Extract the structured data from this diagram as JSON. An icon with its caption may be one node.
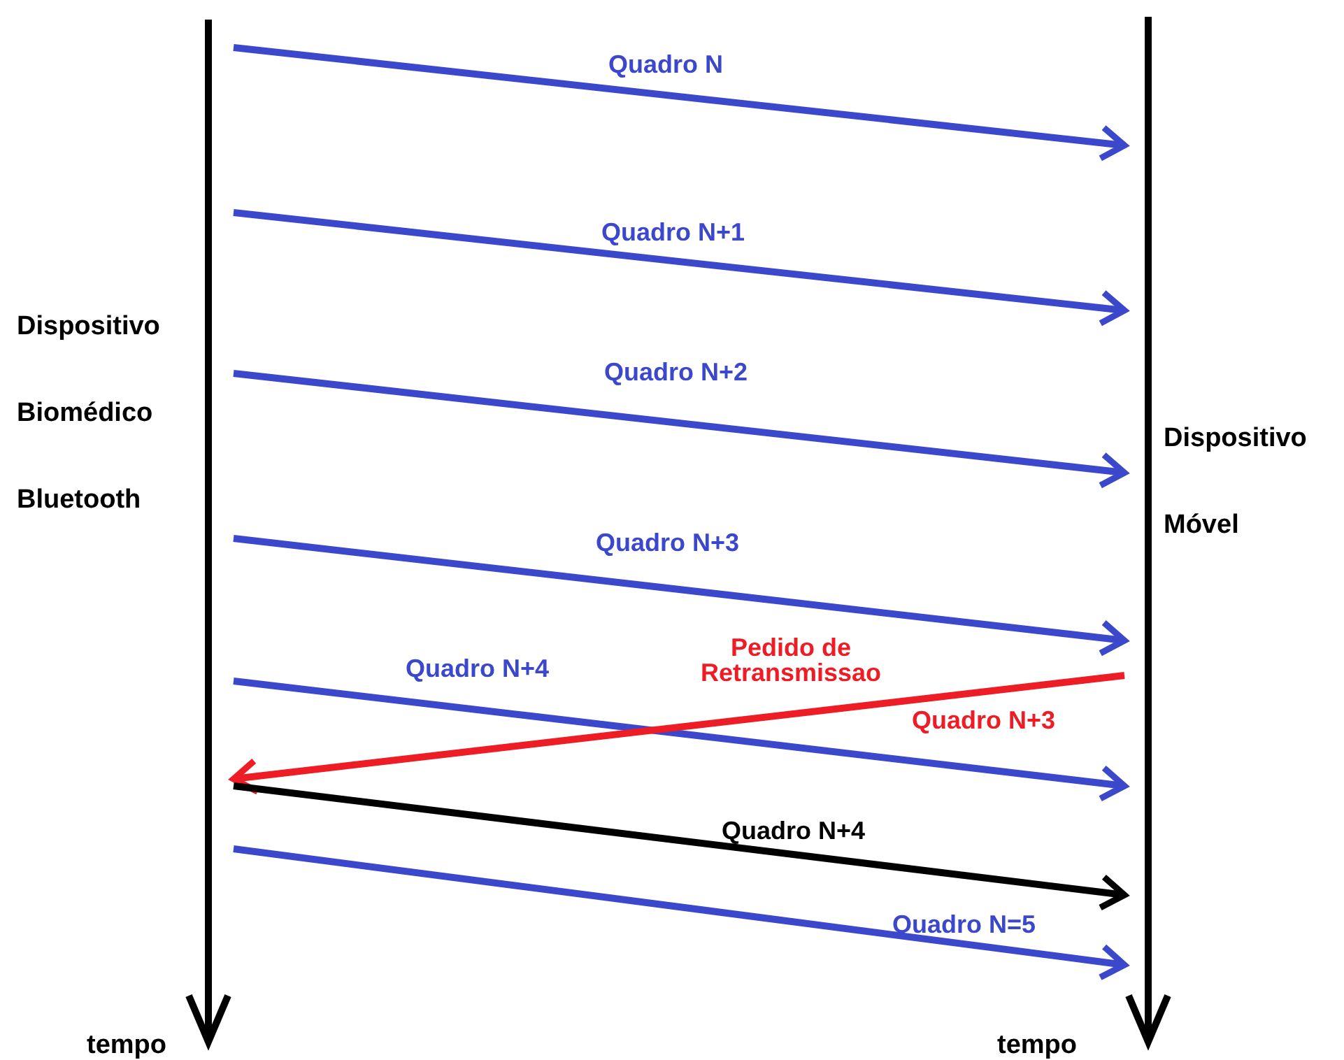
{
  "diagram": {
    "nodes": [
      {
        "text": [],
        "shape": "bar",
        "beside": [
          "Dispositivo Biomédico Bluetooth",
          "tempo"
        ]
      },
      {
        "text": [],
        "shape": "bar",
        "beside": [
          "Dispositivo Móvel",
          "tempo"
        ]
      }
    ],
    "edges": [
      {
        "from": 0,
        "to": 1,
        "arrow": "to",
        "label": "Quadro N"
      },
      {
        "from": 0,
        "to": 1,
        "arrow": "to",
        "label": "Quadro N+1"
      },
      {
        "from": 0,
        "to": 1,
        "arrow": "to",
        "label": "Quadro N+2"
      },
      {
        "from": 0,
        "to": 1,
        "arrow": "to",
        "label": "Quadro N+3"
      },
      {
        "from": 0,
        "to": 1,
        "arrow": "to",
        "label": "Quadro N+4"
      },
      {
        "from": 1,
        "to": 0,
        "arrow": "to",
        "label": "Pedido de Retransmissao",
        "color": "#ee1c24"
      },
      {
        "from": 0,
        "to": 1,
        "arrow": "to",
        "label": "Quadro N+4",
        "color": "#000000"
      },
      {
        "from": 0,
        "to": 1,
        "arrow": "to",
        "label": "Quadro N=5"
      }
    ],
    "labels": [
      "Quadro N+3"
    ]
  }
}
